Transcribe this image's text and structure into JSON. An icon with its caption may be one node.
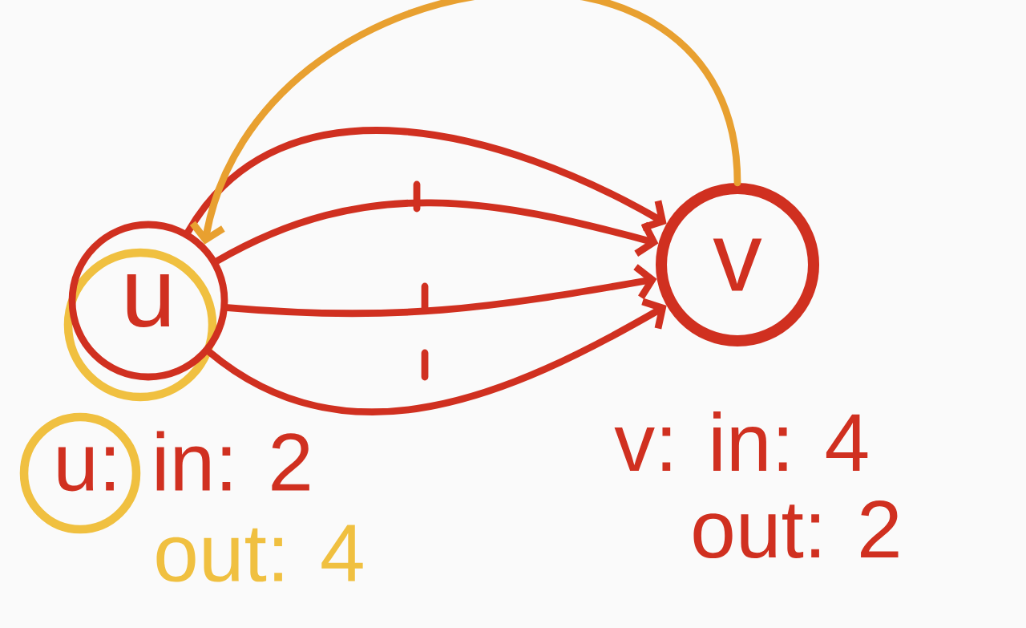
{
  "diagram": {
    "nodes": [
      {
        "text": [
          "u"
        ]
      },
      {
        "text": [
          "v"
        ]
      }
    ],
    "edges": [
      {
        "from": 0,
        "to": 1,
        "arrow": "to"
      },
      {
        "from": 0,
        "to": 1,
        "arrow": "to"
      },
      {
        "from": 0,
        "to": 1,
        "arrow": "to"
      },
      {
        "from": 0,
        "to": 1,
        "arrow": "to"
      },
      {
        "from": 1,
        "to": 0,
        "arrow": "to",
        "color": "#e8a030"
      }
    ],
    "labels": [
      "u: in: 2",
      "out: 4",
      "v: in: 4",
      "out: 2"
    ]
  }
}
